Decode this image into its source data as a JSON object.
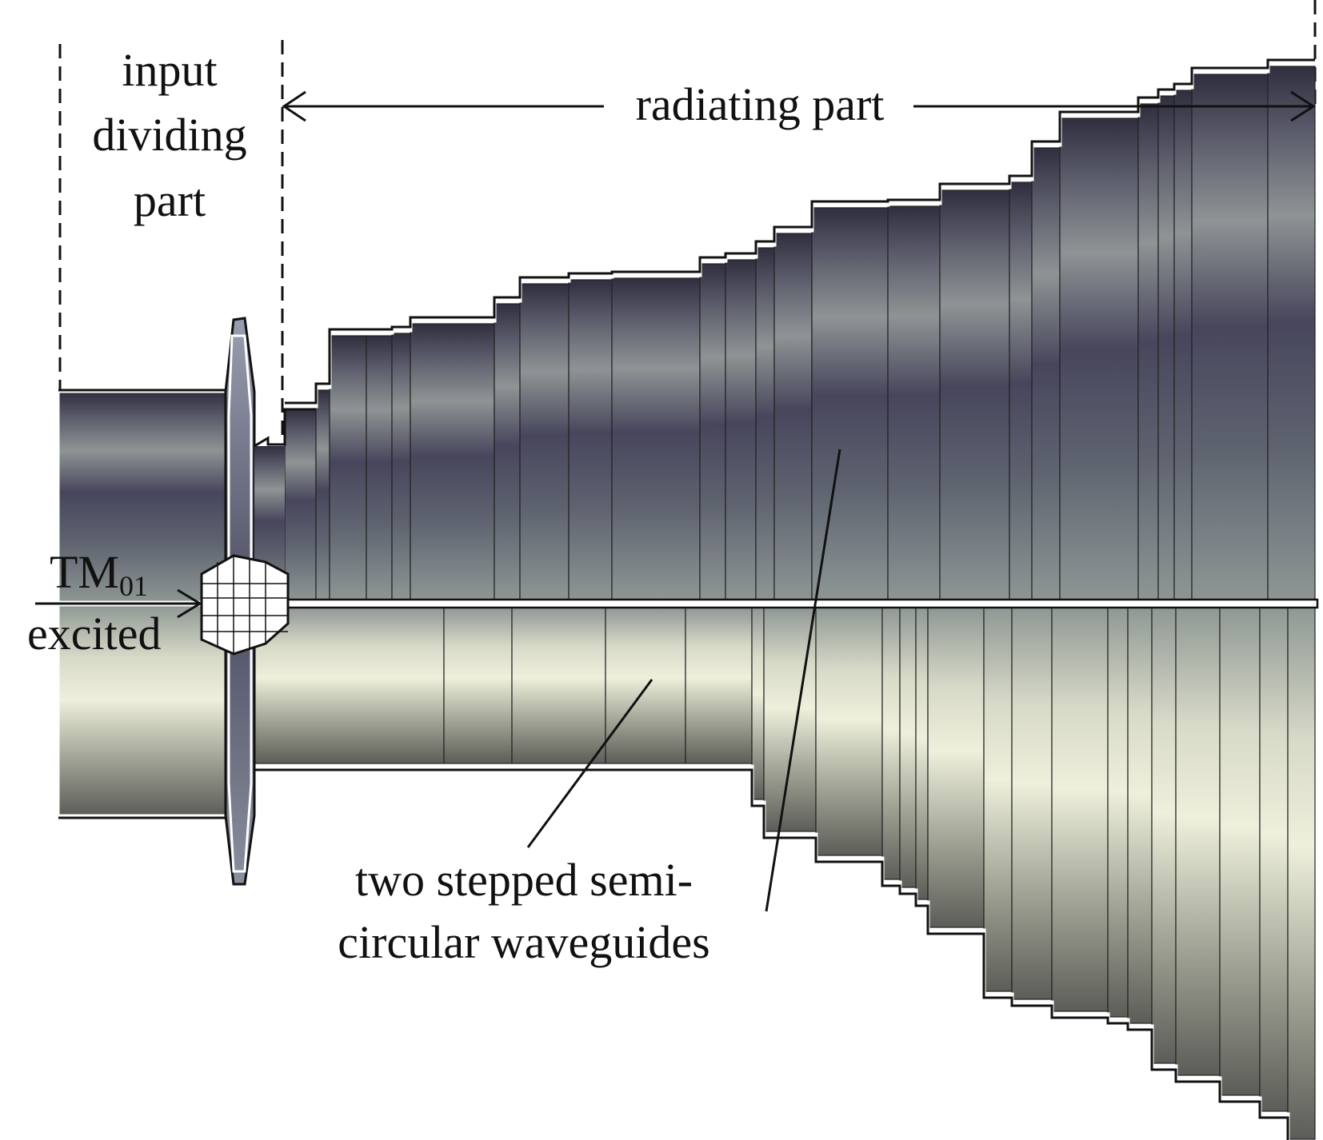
{
  "labels": {
    "input_line1": "input",
    "input_line2": "dividing",
    "input_line3": "part",
    "radiating": "radiating part",
    "mode": "TM",
    "mode_sub": "01",
    "excited": "excited",
    "waveguides_line1": "two stepped semi-",
    "waveguides_line2": "circular waveguides"
  },
  "colors": {
    "upper_dark": "#3e3c52",
    "upper_light": "#8d9596",
    "lower_light": "#eceedb",
    "lower_dark": "#6e6f66",
    "outline": "#111111"
  }
}
